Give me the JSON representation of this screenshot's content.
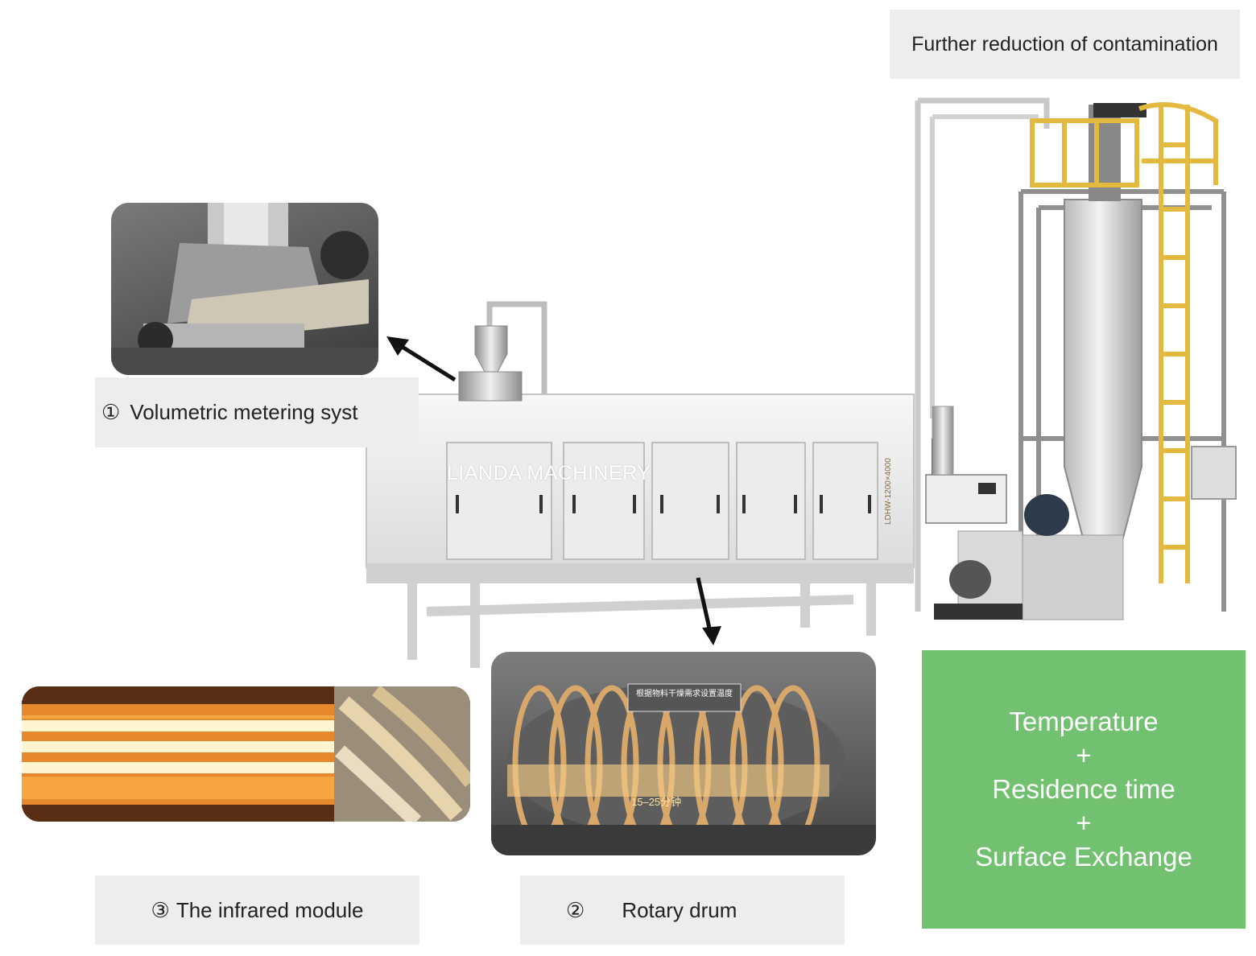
{
  "top_label": "Further reduction of contamination",
  "metering": {
    "num": "①",
    "text": "Volumetric metering syst"
  },
  "drum": {
    "num": "②",
    "text": "Rotary drum",
    "overlay_time": "15–25分钟",
    "overlay_caption": "根据物料干燥需求设置温度"
  },
  "infrared": {
    "num": "③",
    "text": "The infrared module"
  },
  "machine": {
    "brand": "LIANDA MACHINERY",
    "model": "LDHW-1200×4000"
  },
  "summary": {
    "line1": "Temperature",
    "plus1": "+",
    "line2": "Residence time",
    "plus2": "+",
    "line3": "Surface Exchange"
  },
  "colors": {
    "summary_bg": "#72c170",
    "label_bg": "#ededed",
    "infrared_glow": "#f6a640",
    "ladder": "#e3b93f"
  }
}
